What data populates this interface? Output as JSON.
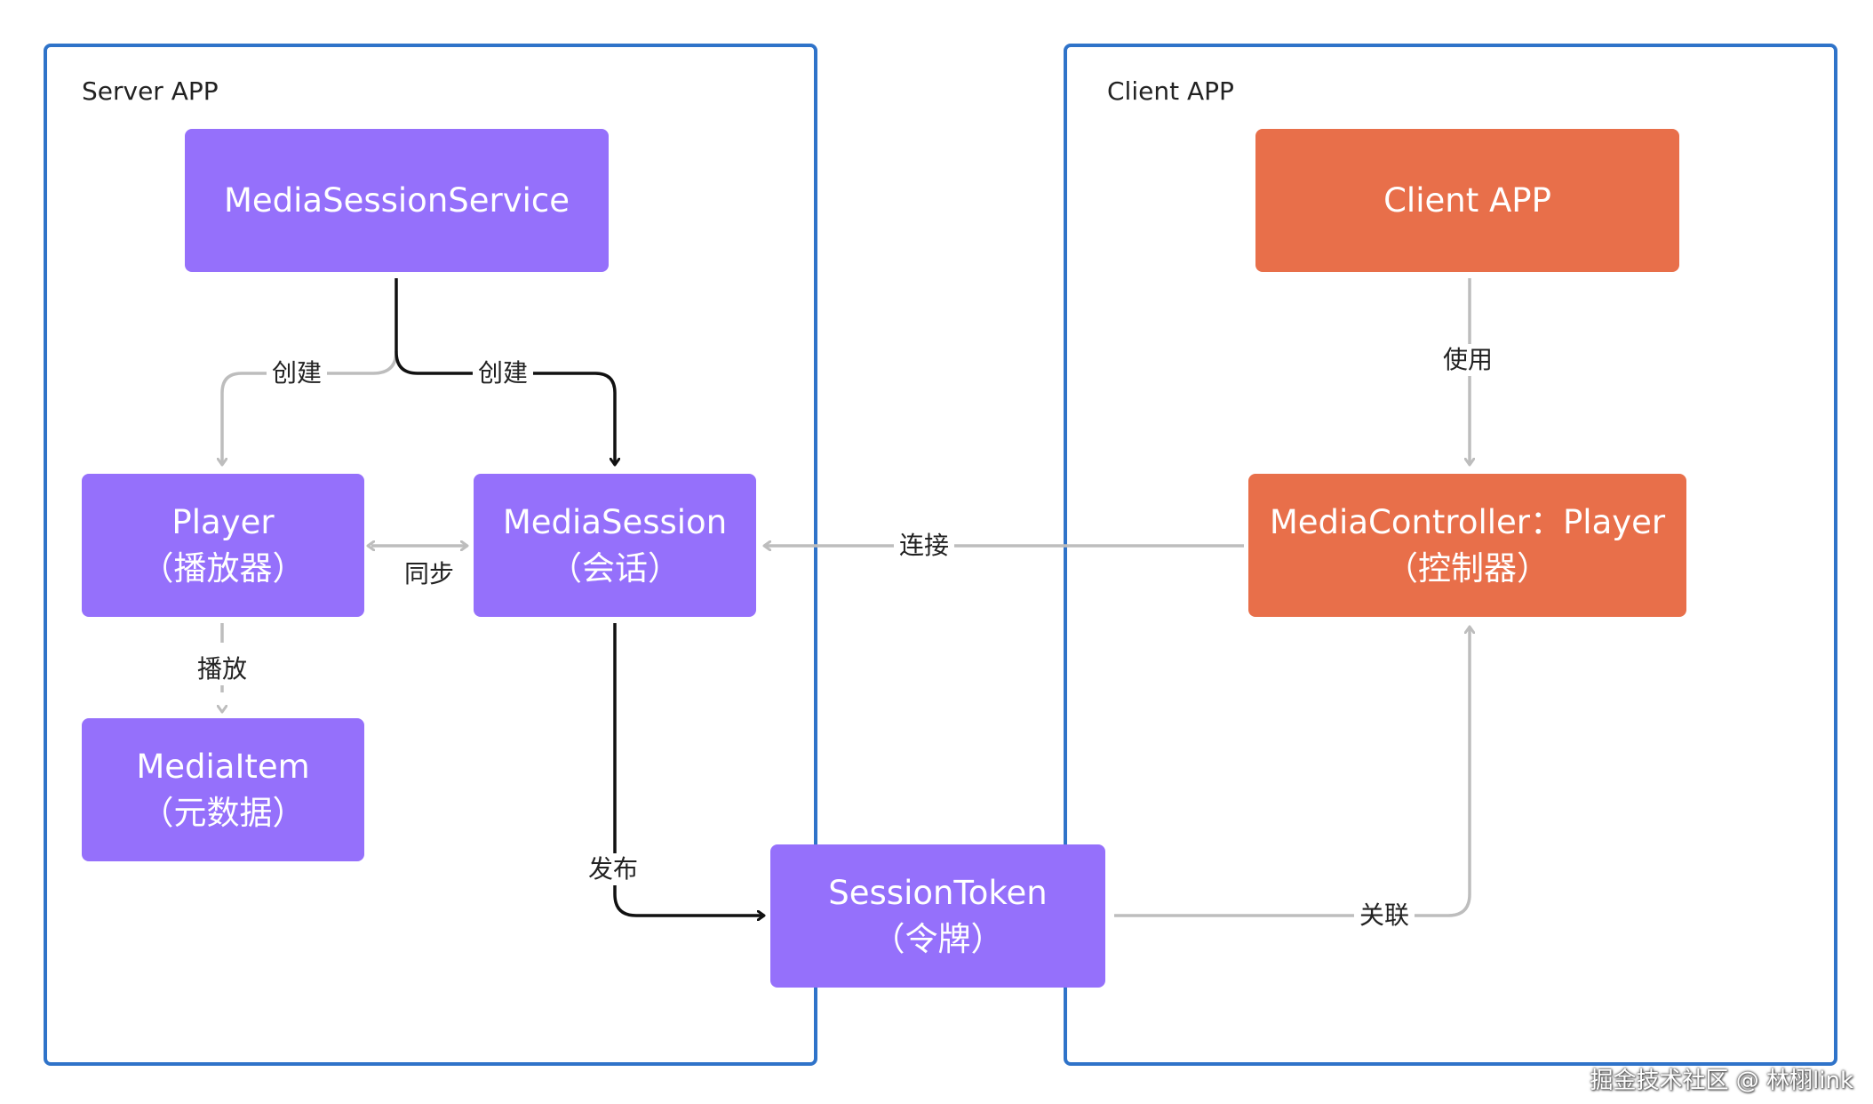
{
  "containers": {
    "server": {
      "title": "Server APP"
    },
    "client": {
      "title": "Client APP"
    }
  },
  "nodes": {
    "media_session_service": {
      "line1": "MediaSessionService",
      "line2": ""
    },
    "player": {
      "line1": "Player",
      "line2": "（播放器）"
    },
    "media_session": {
      "line1": "MediaSession",
      "line2": "（会话）"
    },
    "media_item": {
      "line1": "MediaItem",
      "line2": "（元数据）"
    },
    "session_token": {
      "line1": "SessionToken",
      "line2": "（令牌）"
    },
    "client_app": {
      "line1": "Client APP",
      "line2": ""
    },
    "media_controller": {
      "line1": "MediaController：Player",
      "line2": "（控制器）"
    }
  },
  "edges": {
    "create_player": "创建",
    "create_session": "创建",
    "sync": "同步",
    "play": "播放",
    "publish": "发布",
    "connect": "连接",
    "use": "使用",
    "associate": "关联"
  },
  "colors": {
    "container_border": "#2f73c9",
    "purple_node": "#9570fb",
    "orange_node": "#e86f4a",
    "primary_edge": "#111111",
    "secondary_edge": "#bdbdbd"
  },
  "watermark": "掘金技术社区 @ 林栩link"
}
